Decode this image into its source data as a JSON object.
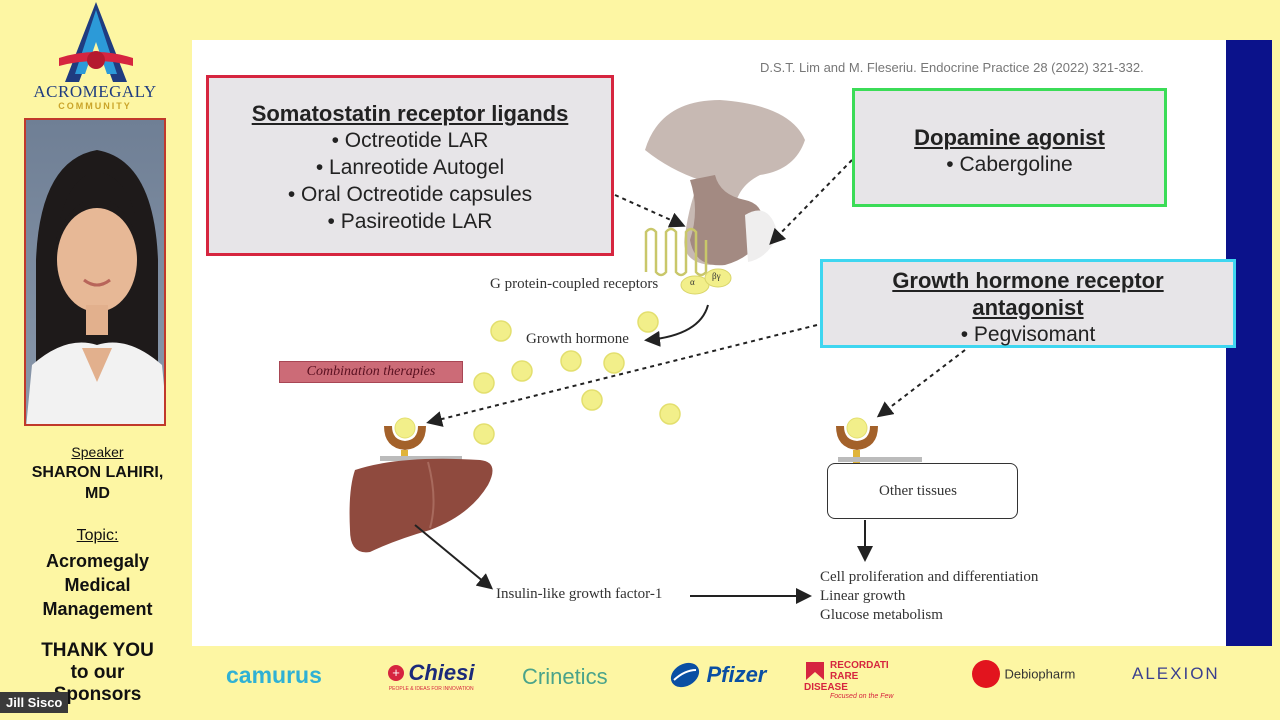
{
  "sidebar": {
    "logo_title": "ACROMEGALY",
    "logo_subtitle": "COMMUNITY",
    "speaker_label": "Speaker",
    "speaker_name": "SHARON LAHIRI, MD",
    "topic_label": "Topic:",
    "topic": "Acromegaly Medical Management",
    "thanks": "THANK YOU to our Sponsors"
  },
  "participant_name": "Jill Sisco",
  "slide": {
    "citation": "D.S.T. Lim and M. Fleseriu. Endocrine Practice 28 (2022) 321-332.",
    "ssrl": {
      "title": "Somatostatin receptor ligands",
      "items": [
        "Octreotide LAR",
        "Lanreotide Autogel",
        "Oral Octreotide capsules",
        "Pasireotide LAR"
      ]
    },
    "dopamine": {
      "title": "Dopamine agonist",
      "items": [
        "Cabergoline"
      ]
    },
    "ghra": {
      "title": "Growth hormone receptor antagonist",
      "items": [
        "Pegvisomant"
      ]
    },
    "labels": {
      "gpcr": "G protein-coupled receptors",
      "alpha": "α",
      "beta_gamma": "βγ",
      "growth_hormone": "Growth hormone",
      "combination": "Combination therapies",
      "other_tissues": "Other tissues",
      "igf1": "Insulin-like growth factor-1",
      "effect_1": "Cell proliferation and differentiation",
      "effect_2": "Linear growth",
      "effect_3": "Glucose metabolism"
    }
  },
  "sponsors": [
    "camurus",
    "Chiesi",
    "Crinetics",
    "Pfizer",
    "RECORDATI RARE DISEASE",
    "Debiopharm",
    "ALEXION"
  ],
  "sponsor_extras": {
    "chiesi_tagline": "PEOPLE & IDEAS FOR INNOVATION",
    "recordati_tagline": "Focused on the Few"
  },
  "colors": {
    "background": "#fdf6a3",
    "slide_blue_bar": "#0b128b",
    "ssrl_border": "#d6253f",
    "dopamine_border": "#3bdc57",
    "ghra_border": "#3fd6f0",
    "gh_particle": "#f2ef8a",
    "liver": "#8f4a3e"
  }
}
